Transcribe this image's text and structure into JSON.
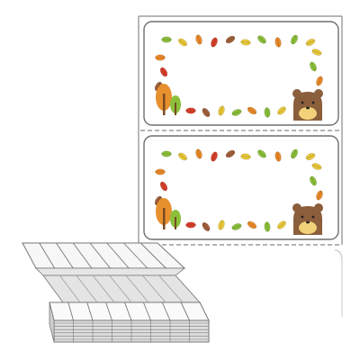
{
  "product": {
    "type": "fanfold-label-sheet",
    "theme": "autumn-leaves-bear",
    "labels_shown": 2,
    "label_shape": "rounded-rectangle",
    "stack_depiction": "fanfold-stack"
  },
  "colors": {
    "sheet_border": "#8a8a8a",
    "label_border": "#6f6f6f",
    "perforation": "#9a9a9a",
    "bear_fur": "#8b5e3c",
    "bear_muzzle": "#f1d17a",
    "leaf_red": "#d6402a",
    "leaf_orange": "#e8892a",
    "leaf_yellow": "#e9c83a",
    "leaf_green": "#8bbf3a",
    "leaf_brown": "#a0603a",
    "tree_orange": "#e7902e",
    "tree_trunk": "#7a4a22",
    "stack_fill": "#f7f7f7",
    "stack_shade": "#dcdcdc",
    "stack_line": "#777777"
  },
  "icons": {
    "leaf": "leaf-icon",
    "tree": "autumn-tree-icon",
    "bear": "bear-icon"
  }
}
